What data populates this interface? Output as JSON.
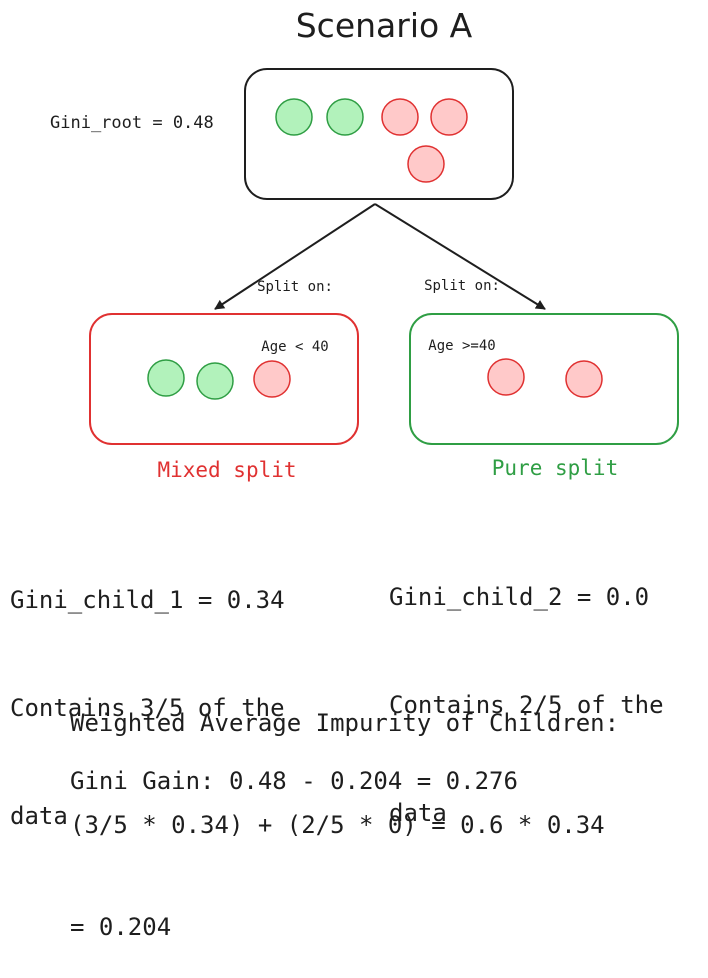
{
  "title": "Scenario A",
  "root": {
    "gini_label": "Gini_root = 0.48",
    "samples": [
      "green",
      "green",
      "red",
      "red",
      "red"
    ]
  },
  "edges": {
    "left": {
      "line1": "Split on:",
      "line2": "Age < 40"
    },
    "right": {
      "line1": "Split on:",
      "line2": "Age >=40"
    }
  },
  "children": {
    "left": {
      "samples": [
        "green",
        "green",
        "red"
      ],
      "label": "Mixed split",
      "stats": [
        "Gini_child_1 = 0.34",
        "Contains 3/5 of the",
        "data"
      ]
    },
    "right": {
      "samples": [
        "red",
        "red"
      ],
      "label": "Pure split",
      "stats": [
        "Gini_child_2 = 0.0",
        "Contains 2/5 of the",
        "data"
      ]
    }
  },
  "weighted": {
    "line1": "Weighted Average Impurity of Children:",
    "line2": "(3/5 * 0.34) + (2/5 * 0) = 0.6 * 0.34",
    "line3": "= 0.204"
  },
  "gain": "Gini Gain: 0.48 - 0.204 = 0.276",
  "colors": {
    "green_fill": "#b2f2bb",
    "green_stroke": "#2f9e44",
    "red_fill": "#ffc9c9",
    "red_stroke": "#e03131",
    "ink": "#1e1e1e"
  }
}
